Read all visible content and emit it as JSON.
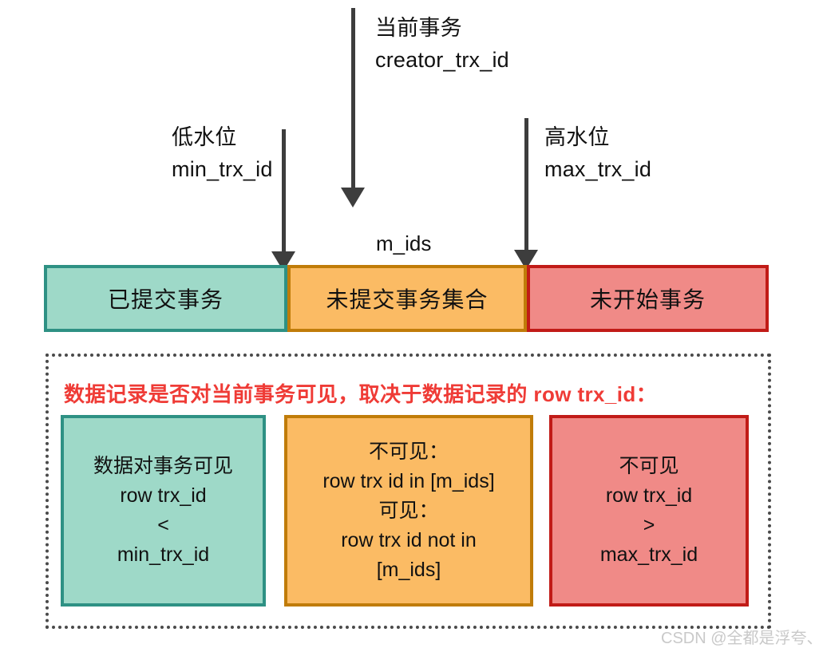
{
  "diagram": {
    "title_annotations": {
      "current_transaction": {
        "line1": "当前事务",
        "line2": "creator_trx_id"
      },
      "low_water_mark": {
        "line1": "低水位",
        "line2": "min_trx_id"
      },
      "high_water_mark": {
        "line1": "高水位",
        "line2": "max_trx_id"
      },
      "mids": "m_ids"
    },
    "timeline_segments": [
      {
        "label": "已提交事务",
        "fill": "#9ed9c8",
        "stroke": "#2e9184"
      },
      {
        "label": "未提交事务集合",
        "fill": "#fbbb64",
        "stroke": "#c07c09"
      },
      {
        "label": "未开始事务",
        "fill": "#f08a87",
        "stroke": "#c11b17"
      }
    ],
    "legend": {
      "title": "数据记录是否对当前事务可见，取决于数据记录的 row trx_id：",
      "title_color": "#ef3b36",
      "cards": [
        {
          "variant": "teal",
          "lines": [
            "数据对事务可见",
            "row trx_id",
            "<",
            "min_trx_id"
          ]
        },
        {
          "variant": "orange",
          "lines": [
            "不可见：",
            "row trx id in [m_ids]",
            "可见：",
            "row trx id not in",
            "[m_ids]"
          ]
        },
        {
          "variant": "red",
          "lines": [
            "不可见",
            "row trx_id",
            ">",
            "max_trx_id"
          ]
        }
      ]
    },
    "watermark": "CSDN @全都是浮夸、"
  }
}
